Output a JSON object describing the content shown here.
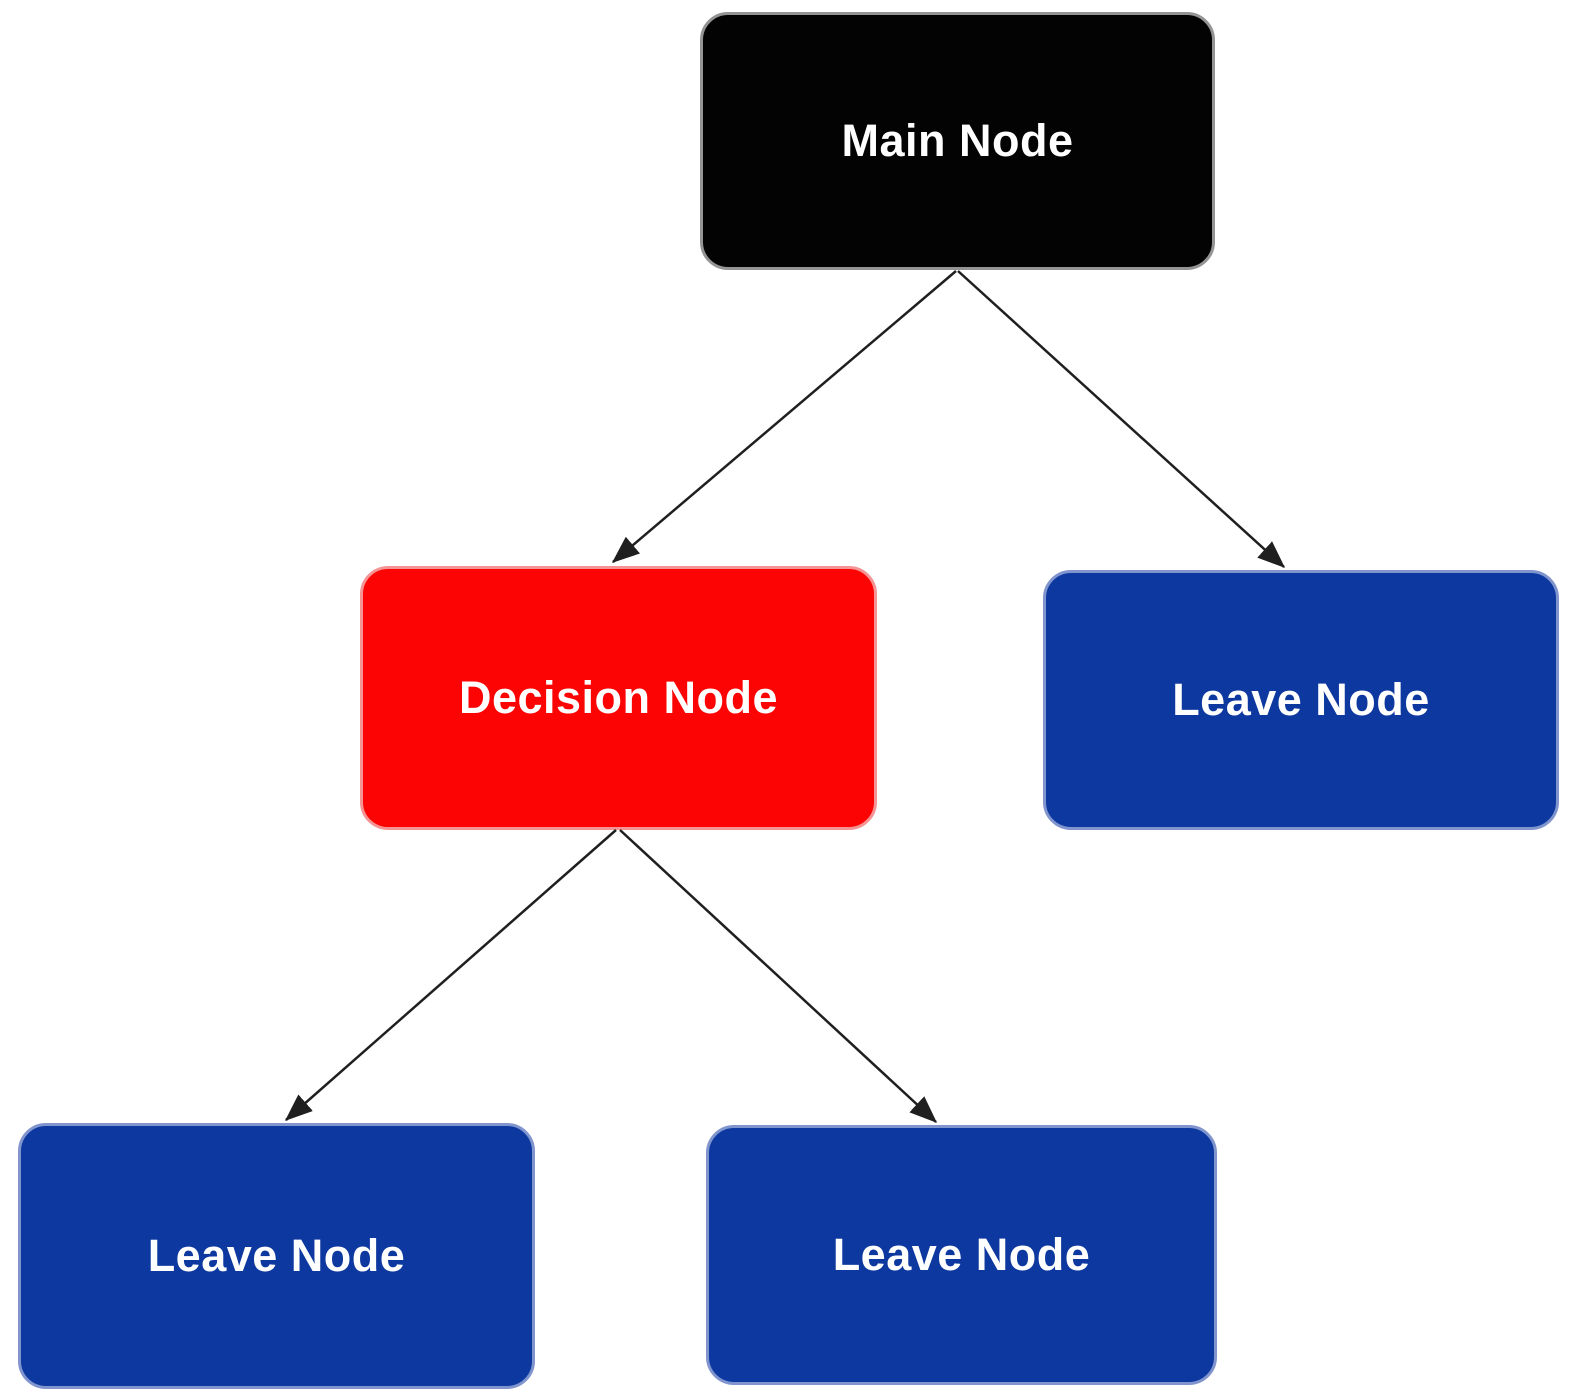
{
  "diagram": {
    "type": "tree-flowchart",
    "background_color": "#ffffff",
    "edge_color": "#1f1f1f",
    "nodes": [
      {
        "id": "main",
        "label": "Main Node",
        "fill": "#030303",
        "border": "#949494",
        "text_color": "#ffffff"
      },
      {
        "id": "decision",
        "label": "Decision Node",
        "fill": "#fc0404",
        "border": "#f59494",
        "text_color": "#ffffff"
      },
      {
        "id": "leaf-right",
        "label": "Leave Node",
        "fill": "#0d389f",
        "border": "#8095ce",
        "text_color": "#ffffff"
      },
      {
        "id": "leaf-left",
        "label": "Leave Node",
        "fill": "#0d389f",
        "border": "#8095ce",
        "text_color": "#ffffff"
      },
      {
        "id": "leaf-mid",
        "label": "Leave Node",
        "fill": "#0d389f",
        "border": "#8095ce",
        "text_color": "#ffffff"
      }
    ],
    "edges": [
      {
        "from": "main",
        "to": "decision",
        "style": "arrow"
      },
      {
        "from": "main",
        "to": "leaf-right",
        "style": "arrow"
      },
      {
        "from": "decision",
        "to": "leaf-left",
        "style": "arrow"
      },
      {
        "from": "decision",
        "to": "leaf-mid",
        "style": "arrow"
      }
    ]
  }
}
